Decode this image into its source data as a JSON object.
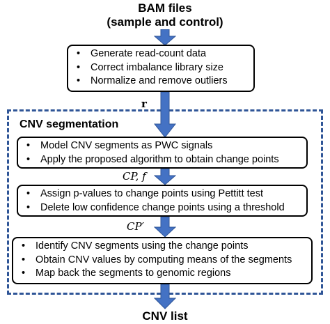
{
  "header": {
    "line1": "BAM files",
    "line2": "(sample and control)"
  },
  "preprocess": {
    "items": [
      "Generate read-count data",
      "Correct imbalance library size",
      "Normalize and remove outliers"
    ]
  },
  "edge_r": "r",
  "segmentation": {
    "title": "CNV segmentation",
    "model_box": {
      "items": [
        "Model CNV segments as PWC signals",
        "Apply the proposed algorithm to obtain change points"
      ]
    },
    "edge_cp_f": "CP, f",
    "test_box": {
      "items": [
        "Assign p-values to change points using Pettitt test",
        "Delete low confidence change points using a threshold"
      ]
    },
    "edge_cp_prime": "CP′",
    "identify_box": {
      "items": [
        "Identify CNV segments using the change points",
        "Obtain CNV values by computing means of the segments",
        "Map back the segments to genomic  regions"
      ]
    }
  },
  "footer": {
    "label": "CNV list"
  },
  "colors": {
    "arrow": "#4472c4",
    "dashed_border": "#2f5597"
  }
}
